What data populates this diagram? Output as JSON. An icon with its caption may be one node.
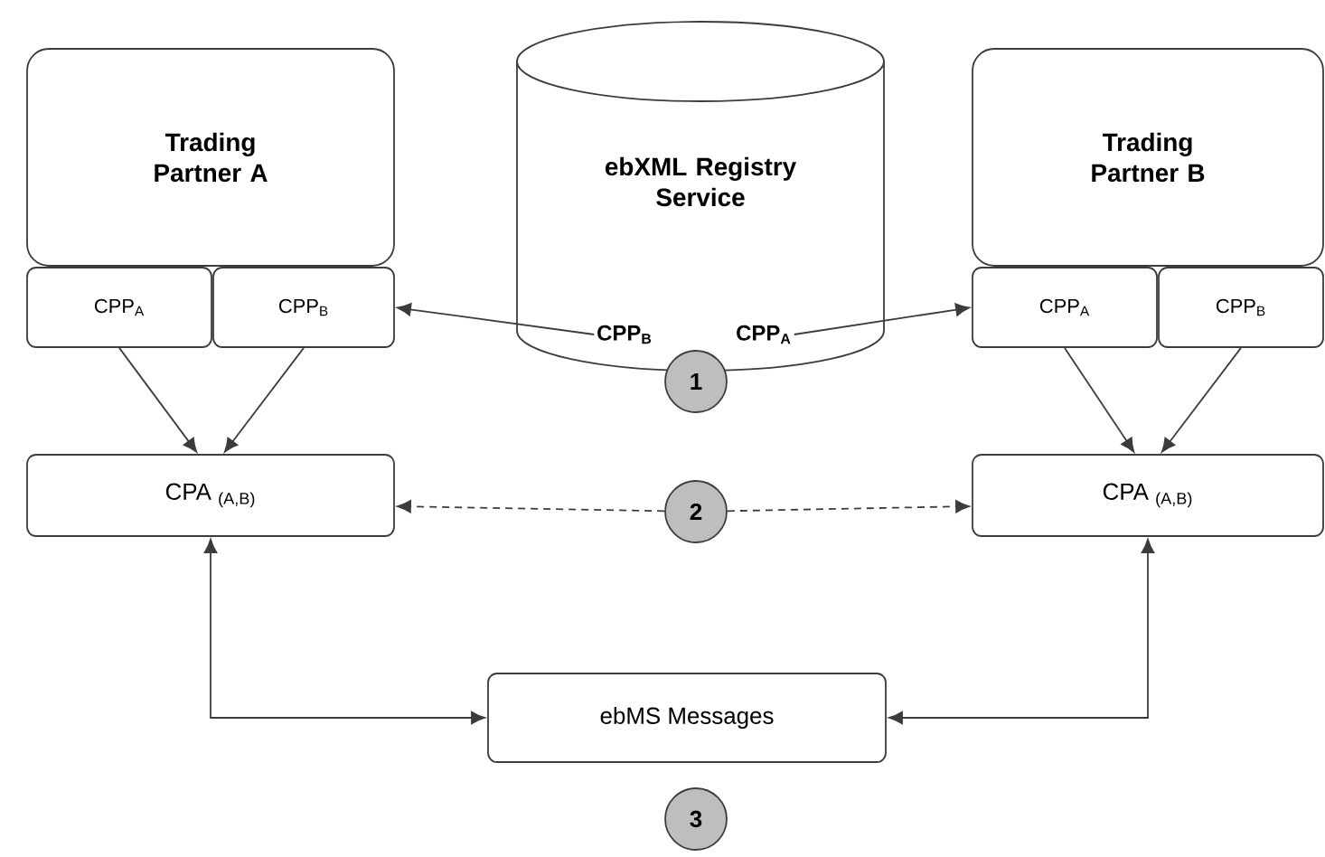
{
  "diagram": {
    "nodes": [
      {
        "text": [
          "Trading Partner A"
        ]
      },
      {
        "text": [
          "CPP$_{A}$"
        ]
      },
      {
        "text": [
          "CPP$_{B}$"
        ]
      },
      {
        "text": [
          "ebXML Registry Service"
        ]
      },
      {
        "text": [
          "CPP$_{B}$"
        ],
        "in": 3
      },
      {
        "text": [
          "CPP$_{A}$"
        ],
        "in": 3
      },
      {
        "text": [
          "1"
        ]
      },
      {
        "text": [
          "Trading Partner B"
        ]
      },
      {
        "text": [
          "CPP$_{A}$"
        ]
      },
      {
        "text": [
          "CPP$_{B}$"
        ]
      },
      {
        "text": [
          "CPA $_{(A,B)}$"
        ]
      },
      {
        "text": [
          "CPA $_{(A,B)}$"
        ]
      },
      {
        "text": [
          "2"
        ]
      },
      {
        "text": [
          "ebMS Messages"
        ]
      },
      {
        "text": [
          "3"
        ]
      }
    ],
    "edges": [
      {
        "from": 4,
        "to": 2,
        "arrow": "to"
      },
      {
        "from": 5,
        "to": 8,
        "arrow": "to"
      },
      {
        "from": 1,
        "to": 10,
        "arrow": "to"
      },
      {
        "from": 2,
        "to": 10,
        "arrow": "to"
      },
      {
        "from": 8,
        "to": 11,
        "arrow": "to"
      },
      {
        "from": 9,
        "to": 11,
        "arrow": "to"
      },
      {
        "from": 12,
        "to": 10,
        "arrow": "to",
        "style": "dashed"
      },
      {
        "from": 12,
        "to": 11,
        "arrow": "to",
        "style": "dashed"
      },
      {
        "from": 10,
        "to": 13,
        "arrow": "both"
      },
      {
        "from": 11,
        "to": 13,
        "arrow": "both"
      }
    ]
  }
}
